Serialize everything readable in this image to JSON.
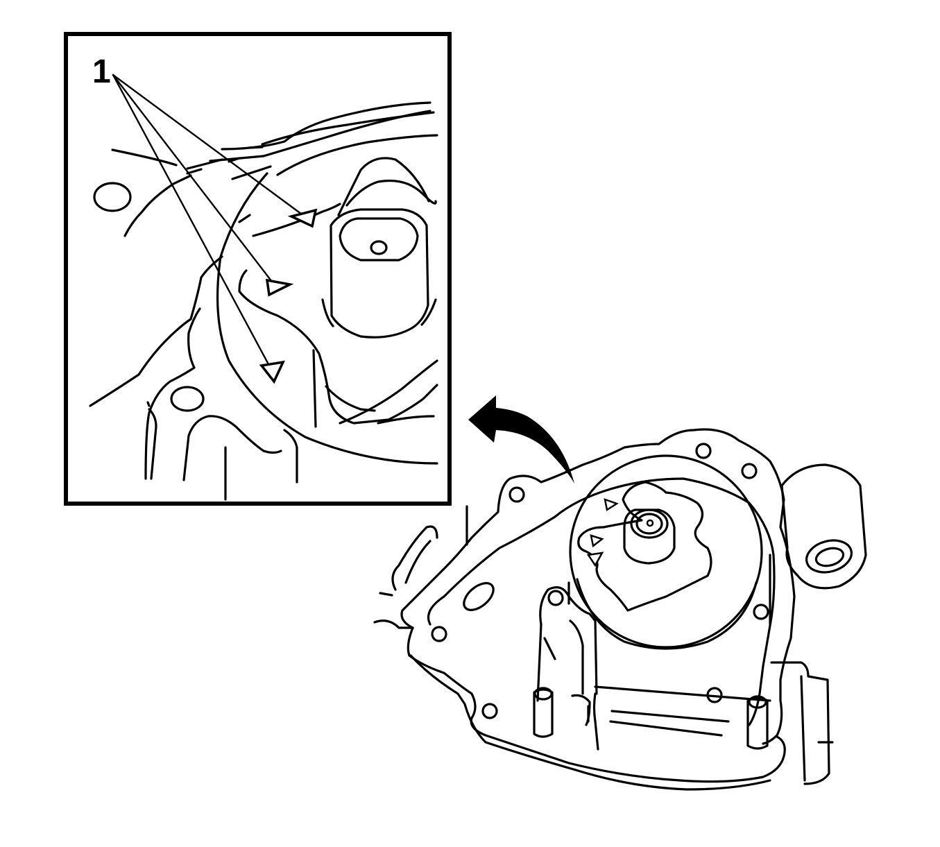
{
  "diagram": {
    "type": "technical line illustration",
    "subject": "pump housing assembly with detail inset",
    "detail_view": {
      "callout_label": "1",
      "callout_target_count": 3,
      "marker_shape": "open triangle"
    },
    "main_view": {
      "marker_count": 3,
      "marker_shape": "open triangle"
    },
    "arrow": {
      "direction": "from main view to detail inset",
      "style": "solid black curved arrow"
    },
    "colors": {
      "line": "#000000",
      "background": "#ffffff"
    }
  }
}
